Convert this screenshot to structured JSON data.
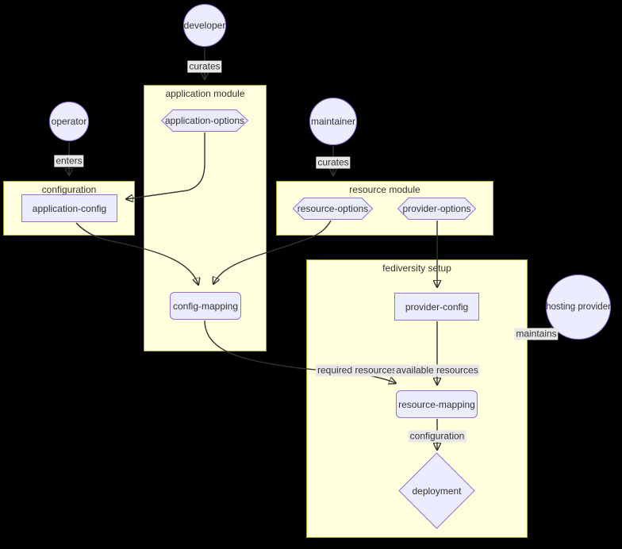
{
  "colors": {
    "background": "#000000",
    "subgraph_fill": "#ffffde",
    "subgraph_border": "#aaaa33",
    "node_fill": "#ececff",
    "node_border": "#9370db",
    "edge": "#333333",
    "edge_label_bg": "#e8e8e8",
    "text": "#333333"
  },
  "actors": {
    "developer": "developer",
    "operator": "operator",
    "maintainer": "maintainer",
    "hosting_provider": "hosting provider"
  },
  "subgraphs": {
    "application_module": "application module",
    "configuration": "configuration",
    "resource_module": "resource module",
    "fediversity_setup": "fediversity setup"
  },
  "nodes": {
    "application_options": "application-options",
    "application_config": "application-config",
    "resource_options": "resource-options",
    "provider_options": "provider-options",
    "config_mapping": "config-mapping",
    "provider_config": "provider-config",
    "resource_mapping": "resource-mapping",
    "deployment": "deployment"
  },
  "edge_labels": {
    "developer_curates": "curates",
    "operator_enters": "enters",
    "maintainer_curates": "curates",
    "required_resources": "required resources",
    "available_resources": "available resources",
    "configuration": "configuration",
    "maintains": "maintains"
  }
}
